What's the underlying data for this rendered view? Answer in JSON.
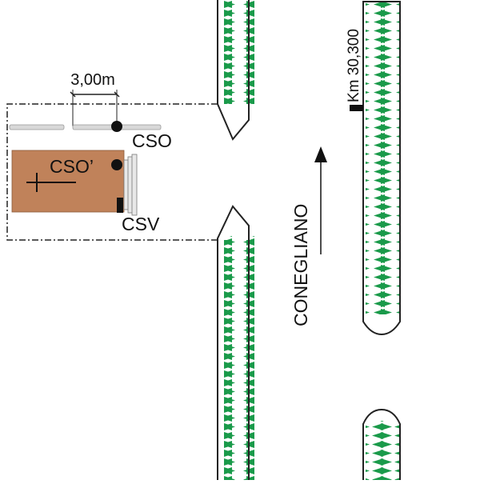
{
  "diagram": {
    "labels": {
      "dimension": "3,00m",
      "cso": "CSO",
      "cso_prime": "CSO’",
      "csv": "CSV",
      "km_marker": "Km 30,300",
      "direction": "CONEGLIANO"
    },
    "colors": {
      "vegetation": "#1a9a4a",
      "building": "#c0825a",
      "outline": "#222222",
      "rail": "#d8d8d8",
      "marker": "#111111"
    },
    "elements": {
      "north_arrow_direction": "up"
    }
  }
}
